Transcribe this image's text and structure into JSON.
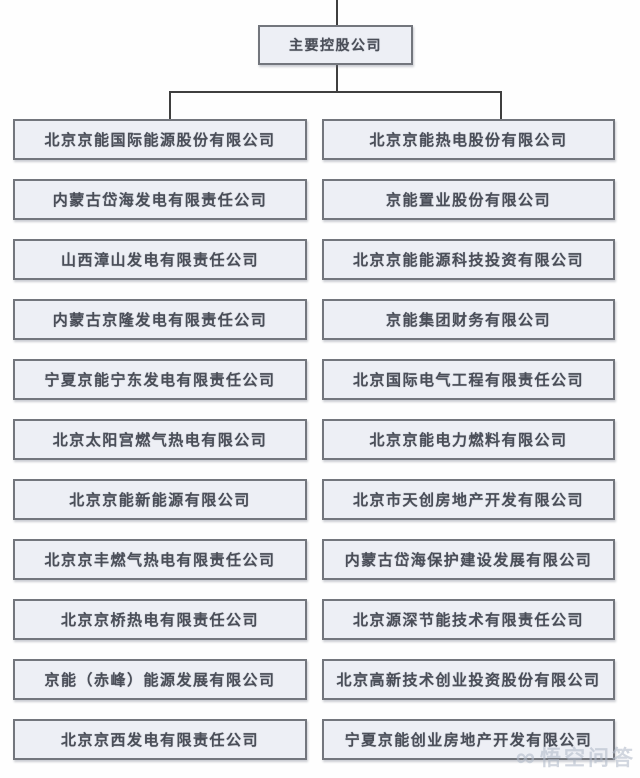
{
  "org": {
    "root": "主要控股公司",
    "left": [
      "北京京能国际能源股份有限公司",
      "内蒙古岱海发电有限责任公司",
      "山西漳山发电有限责任公司",
      "内蒙古京隆发电有限责任公司",
      "宁夏京能宁东发电有限责任公司",
      "北京太阳宫燃气热电有限公司",
      "北京京能新能源有限公司",
      "北京京丰燃气热电有限责任公司",
      "北京京桥热电有限责任公司",
      "京能（赤峰）能源发展有限公司",
      "北京京西发电有限责任公司"
    ],
    "right": [
      "北京京能热电股份有限公司",
      "京能置业股份有限公司",
      "北京京能能源科技投资有限公司",
      "京能集团财务有限公司",
      "北京国际电气工程有限责任公司",
      "北京京能电力燃料有限公司",
      "北京市天创房地产开发有限公司",
      "内蒙古岱海保护建设发展有限公司",
      "北京源深节能技术有限责任公司",
      "北京高新技术创业投资股份有限公司",
      "宁夏京能创业房地产开发有限公司"
    ]
  },
  "watermark": {
    "logo": "∞",
    "text": "悟空问答"
  },
  "colors": {
    "box_fill": "#edeff5",
    "box_border": "#73767d",
    "connector_line": "#3f3f3f",
    "text": "#4a4e58"
  }
}
